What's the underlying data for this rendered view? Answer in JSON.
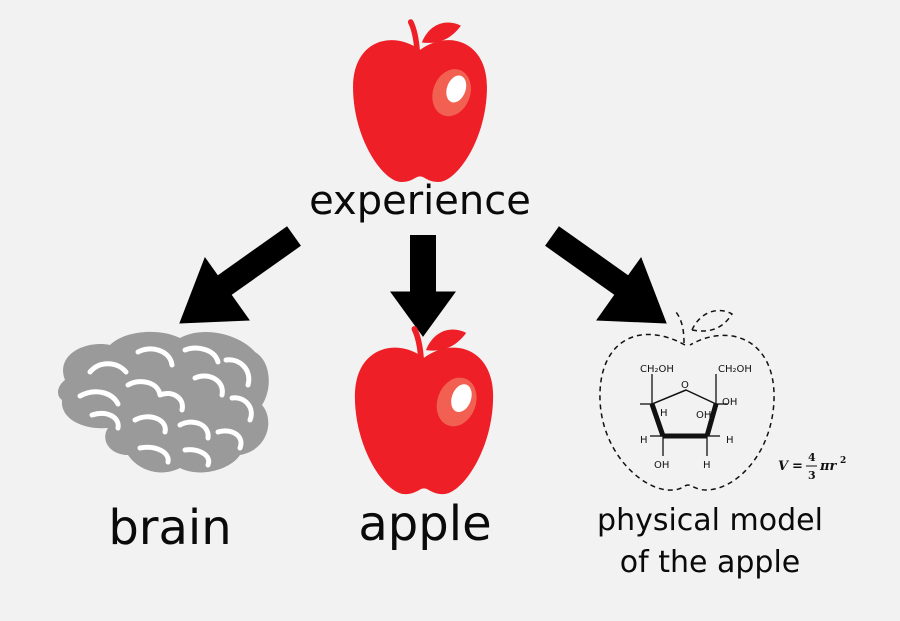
{
  "labels": {
    "top": "experience",
    "brain": "brain",
    "apple": "apple",
    "model_line1": "physical model",
    "model_line2": "of the apple"
  },
  "molecule": {
    "ch2oh_left": "CH₂OH",
    "ch2oh_right": "CH₂OH",
    "ring_o": "O",
    "h_left": "H",
    "h_right": "H",
    "oh_right": "OH",
    "oh_bottom_left": "OH",
    "h_bottom_right": "H",
    "h_inner": "H",
    "oh_inner": "OH"
  },
  "formula": {
    "lhs": "V",
    "eq": "=",
    "num": "4",
    "den": "3",
    "rest": "πr",
    "exp": "2"
  },
  "colors": {
    "apple_red": "#ee1f26",
    "apple_highlight": "#f26052",
    "brain_gray": "#9a9a9a",
    "arrow": "#000000",
    "background": "#f2f2f2"
  },
  "icons": [
    "apple-icon",
    "brain-icon",
    "arrow-icon",
    "apple-outline-icon"
  ]
}
